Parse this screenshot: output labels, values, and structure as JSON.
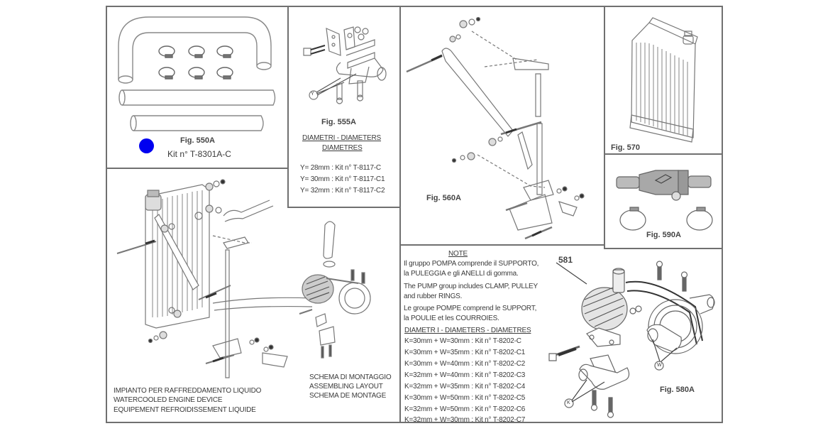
{
  "panels": {
    "fig550a": {
      "title": "Fig. 550A",
      "kit": "Kit n° T-8301A-C"
    },
    "fig555a": {
      "title": "Fig. 555A",
      "heading_line1": "DIAMETRI - DIAMETERS",
      "heading_line2": "DIAMETRES",
      "callout": "Y",
      "rows": [
        "Y= 28mm : Kit n° T-8117-C",
        "Y= 30mm : Kit n° T-8117-C1",
        "Y= 32mm : Kit n° T-8117-C2"
      ]
    },
    "fig560a": {
      "title": "Fig. 560A"
    },
    "fig570": {
      "title": "Fig. 570"
    },
    "fig590a": {
      "title": "Fig. 590A"
    },
    "main_assembly": {
      "caption_lines": [
        "IMPIANTO PER RAFFREDDAMENTO LIQUIDO",
        "WATERCOOLED ENGINE DEVICE",
        "EQUIPEMENT REFROIDISSEMENT LIQUIDE"
      ],
      "schema_lines": [
        "SCHEMA DI MONTAGGIO",
        "ASSEMBLING LAYOUT",
        "SCHEMA DE MONTAGE"
      ]
    },
    "notes": {
      "title": "NOTE",
      "paragraphs": [
        [
          "Il gruppo POMPA comprende il SUPPORTO,",
          "la PULEGGIA e gli ANELLI di gomma."
        ],
        [
          "The PUMP group includes CLAMP, PULLEY",
          "and rubber RINGS."
        ],
        [
          "Le groupe POMPE comprend le SUPPORT,",
          "la POULIE et les COURROIES."
        ]
      ],
      "diameters_heading": "DIAMETR I - DIAMETERS - DIAMETRES",
      "diameters": [
        "K=30mm + W=30mm : Kit n° T-8202-C",
        "K=30mm + W=35mm : Kit n° T-8202-C1",
        "K=30mm + W=40mm : Kit n° T-8202-C2",
        "K=32mm + W=40mm : Kit n° T-8202-C3",
        "K=32mm + W=35mm : Kit n° T-8202-C4",
        "K=30mm + W=50mm : Kit n° T-8202-C5",
        "K=32mm + W=50mm : Kit n° T-8202-C6",
        "K=32mm + W=30mm : Kit n° T-8202-C7"
      ]
    },
    "fig580a": {
      "title": "Fig. 580A",
      "part_number": "581",
      "callout_k": "K",
      "callout_w": "W"
    }
  },
  "marker": {
    "color": "#0000f0"
  }
}
